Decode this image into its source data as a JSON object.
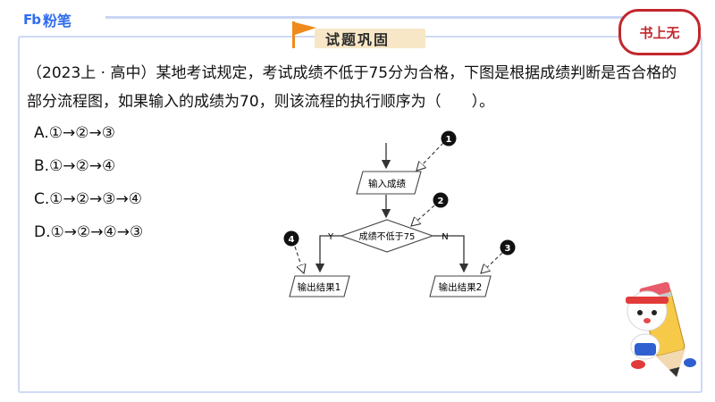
{
  "header": {
    "logo_mark": "Fb",
    "logo_text": "粉笔",
    "section_title": "试题巩固",
    "badge": "书上无"
  },
  "question": {
    "text": "（2023上 · 高中）某地考试规定，考试成绩不低于75分为合格，下图是根据成绩判断是否合格的部分流程图，如果输入的成绩为70，则该流程的执行顺序为（　　）。"
  },
  "options": [
    {
      "label": "A.①→②→③"
    },
    {
      "label": "B.①→②→④"
    },
    {
      "label": "C.①→②→③→④"
    },
    {
      "label": "D.①→②→④→③"
    }
  ],
  "flowchart": {
    "input_label": "输入成绩",
    "decision_label": "成绩不低于75",
    "yes_label": "Y",
    "no_label": "N",
    "output1_label": "输出结果1",
    "output2_label": "输出结果2",
    "markers": [
      "1",
      "2",
      "3",
      "4"
    ]
  }
}
